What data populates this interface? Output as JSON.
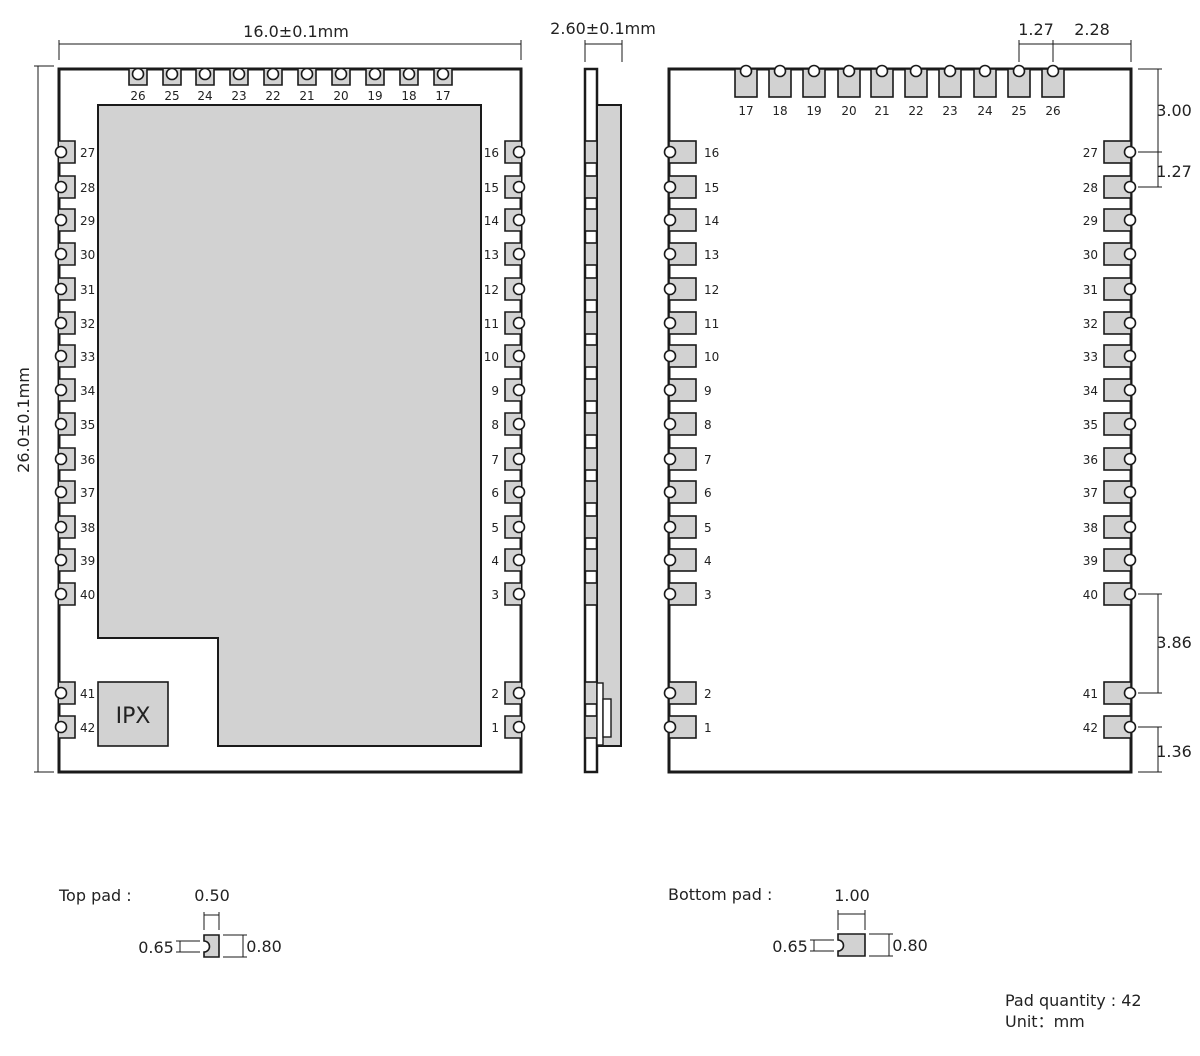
{
  "dimensions": {
    "width": "16.0±0.1mm",
    "height": "26.0±0.1mm",
    "thickness": "2.60±0.1mm",
    "pitch": "1.27",
    "edge_offset_top": "2.28",
    "top_margin": "3.00",
    "pin_pitch_side": "1.27",
    "gap_40_41": "3.86",
    "bottom_margin": "1.36"
  },
  "top_view": {
    "top_pins": [
      "26",
      "25",
      "24",
      "23",
      "22",
      "21",
      "20",
      "19",
      "18",
      "17"
    ],
    "left_pins": [
      "27",
      "28",
      "29",
      "30",
      "31",
      "32",
      "33",
      "34",
      "35",
      "36",
      "37",
      "38",
      "39",
      "40"
    ],
    "left_bottom_pins": [
      "41",
      "42"
    ],
    "right_pins": [
      "16",
      "15",
      "14",
      "13",
      "12",
      "11",
      "10",
      "9",
      "8",
      "7",
      "6",
      "5",
      "4",
      "3"
    ],
    "right_bottom_pins": [
      "2",
      "1"
    ],
    "ipx_label": "IPX"
  },
  "bottom_view": {
    "top_pins": [
      "17",
      "18",
      "19",
      "20",
      "21",
      "22",
      "23",
      "24",
      "25",
      "26"
    ],
    "left_pins": [
      "16",
      "15",
      "14",
      "13",
      "12",
      "11",
      "10",
      "9",
      "8",
      "7",
      "6",
      "5",
      "4",
      "3"
    ],
    "left_bottom_pins": [
      "2",
      "1"
    ],
    "right_pins": [
      "27",
      "28",
      "29",
      "30",
      "31",
      "32",
      "33",
      "34",
      "35",
      "36",
      "37",
      "38",
      "39",
      "40"
    ],
    "right_bottom_pins": [
      "41",
      "42"
    ]
  },
  "top_pad": {
    "label": "Top pad :",
    "width": "0.50",
    "height": "0.65",
    "length": "0.80"
  },
  "bottom_pad": {
    "label": "Bottom pad :",
    "width": "1.00",
    "height": "0.65",
    "length": "0.80"
  },
  "notes": {
    "pad_quantity": "Pad quantity : 42",
    "unit": "Unit：mm"
  }
}
